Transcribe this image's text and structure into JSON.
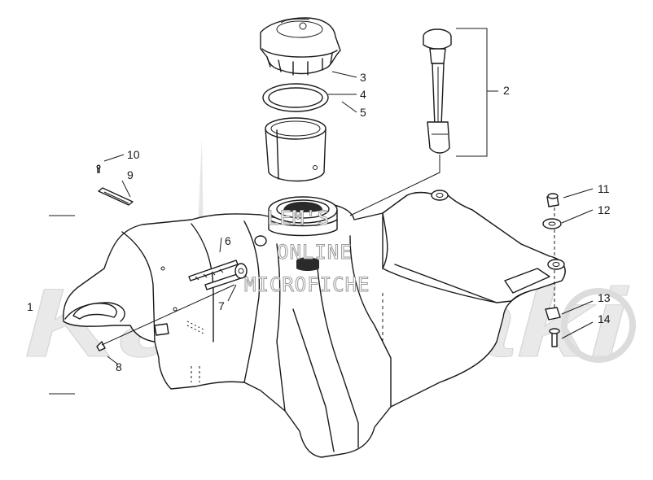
{
  "watermark": {
    "line1": "LEM'S",
    "line2": "ONLINE",
    "line3": "MICROFICHE",
    "logo_text": "Kawasaki"
  },
  "callouts": [
    {
      "id": "1",
      "label": "1"
    },
    {
      "id": "2",
      "label": "2"
    },
    {
      "id": "3",
      "label": "3"
    },
    {
      "id": "4",
      "label": "4"
    },
    {
      "id": "5",
      "label": "5"
    },
    {
      "id": "6",
      "label": "6"
    },
    {
      "id": "7",
      "label": "7"
    },
    {
      "id": "8",
      "label": "8"
    },
    {
      "id": "9",
      "label": "9"
    },
    {
      "id": "10",
      "label": "10"
    },
    {
      "id": "11",
      "label": "11"
    },
    {
      "id": "12",
      "label": "12"
    },
    {
      "id": "13",
      "label": "13"
    },
    {
      "id": "14",
      "label": "14"
    }
  ],
  "colors": {
    "line": "#1a1a1a",
    "background": "#ffffff",
    "watermark": "#e9e9e9"
  }
}
